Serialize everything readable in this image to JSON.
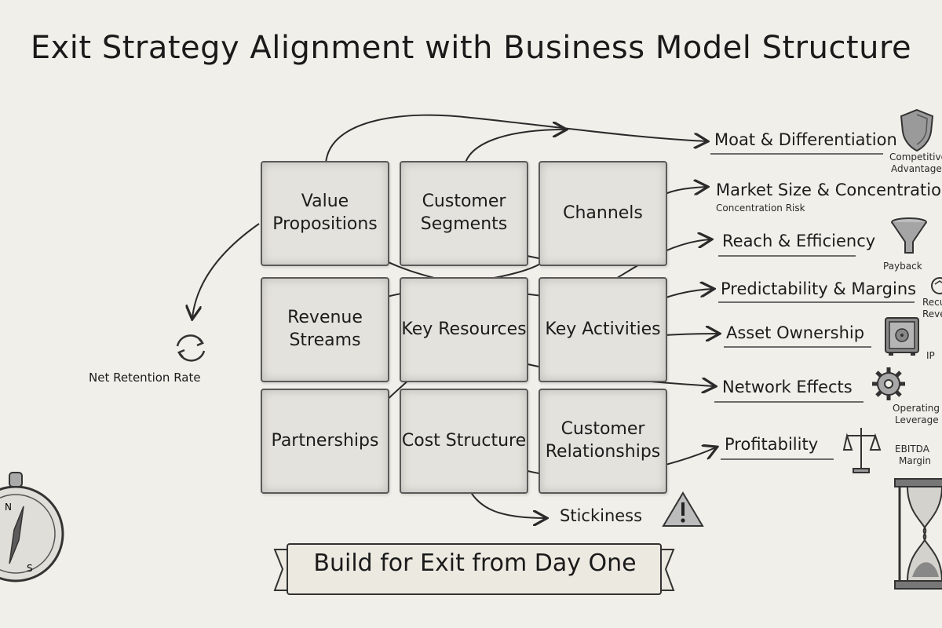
{
  "title": "Exit Strategy Alignment with Business Model Structure",
  "grid": {
    "value_propositions": "Value Propositions",
    "customer_segments": "Customer Segments",
    "channels": "Channels",
    "revenue_streams": "Revenue Streams",
    "key_resources": "Key Resources",
    "key_activities": "Key Activities",
    "partnerships": "Partnerships",
    "cost_structure": "Cost Structure",
    "customer_relationships": "Customer Relationships"
  },
  "outcomes": {
    "moat": "Moat & Differentiation",
    "market_size": "Market Size & Concentration",
    "market_size_sub": "Concentration Risk",
    "reach": "Reach & Efficiency",
    "predictability": "Predictability & Margins",
    "asset_ownership": "Asset Ownership",
    "network_effects": "Network Effects",
    "profitability": "Profitability",
    "stickiness": "Stickiness",
    "net_retention": "Net Retention Rate"
  },
  "icon_labels": {
    "competitive": "Competitive",
    "advantage": "Advantage",
    "payback": "Payback",
    "recurring": "Recu",
    "revenue": "Reve",
    "ip": "IP",
    "operating": "Operating",
    "leverage": "Leverage",
    "ebitda": "EBITDA",
    "margin": "Margin"
  },
  "banner": "Build for Exit from Day One",
  "icons": [
    "shield-icon",
    "funnel-icon",
    "recurring-icon",
    "safe-icon",
    "gear-icon",
    "scales-icon",
    "warning-icon",
    "refresh-icon",
    "compass-icon",
    "hourglass-icon"
  ],
  "colors": {
    "background": "#f1efe9",
    "ink": "#1f1f1f",
    "cell": "#e4e2dc"
  }
}
